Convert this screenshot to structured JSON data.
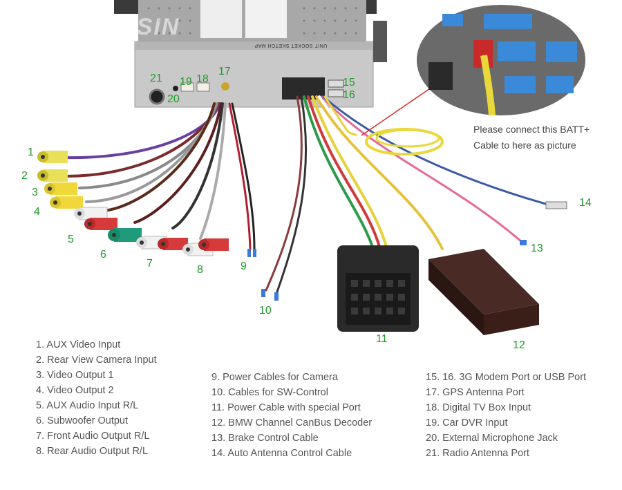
{
  "brand": "ERISIN",
  "unit_label": "UNIT SOCKET SKETCH MAP",
  "callout": {
    "line1": "Please connect this BATT+",
    "line2": "Cable to here as picture"
  },
  "numbers": [
    "1",
    "2",
    "3",
    "4",
    "5",
    "6",
    "7",
    "8",
    "9",
    "10",
    "11",
    "12",
    "13",
    "14",
    "15",
    "16",
    "17",
    "18",
    "19",
    "20",
    "21"
  ],
  "legend": {
    "col1": [
      "1. AUX Video Input",
      "2. Rear View Camera Input",
      "3. Video Output 1",
      "4. Video Output 2",
      "5. AUX Audio Input R/L",
      "6. Subwoofer Output",
      "7. Front Audio Output R/L",
      "8. Rear Audio Output R/L"
    ],
    "col2": [
      "9. Power Cables for Camera",
      "10. Cables for SW-Control",
      "11. Power Cable with special Port",
      "12. BMW Channel CanBus Decoder",
      "13. Brake Control Cable",
      "14. Auto Antenna Control Cable"
    ],
    "col3": [
      "15. 16. 3G Modem Port or USB Port",
      "17. GPS Antenna Port",
      "18. Digital TV Box Input",
      "19. Car DVR Input",
      "20. External Microphone Jack",
      "21. Radio Antenna Port"
    ]
  }
}
